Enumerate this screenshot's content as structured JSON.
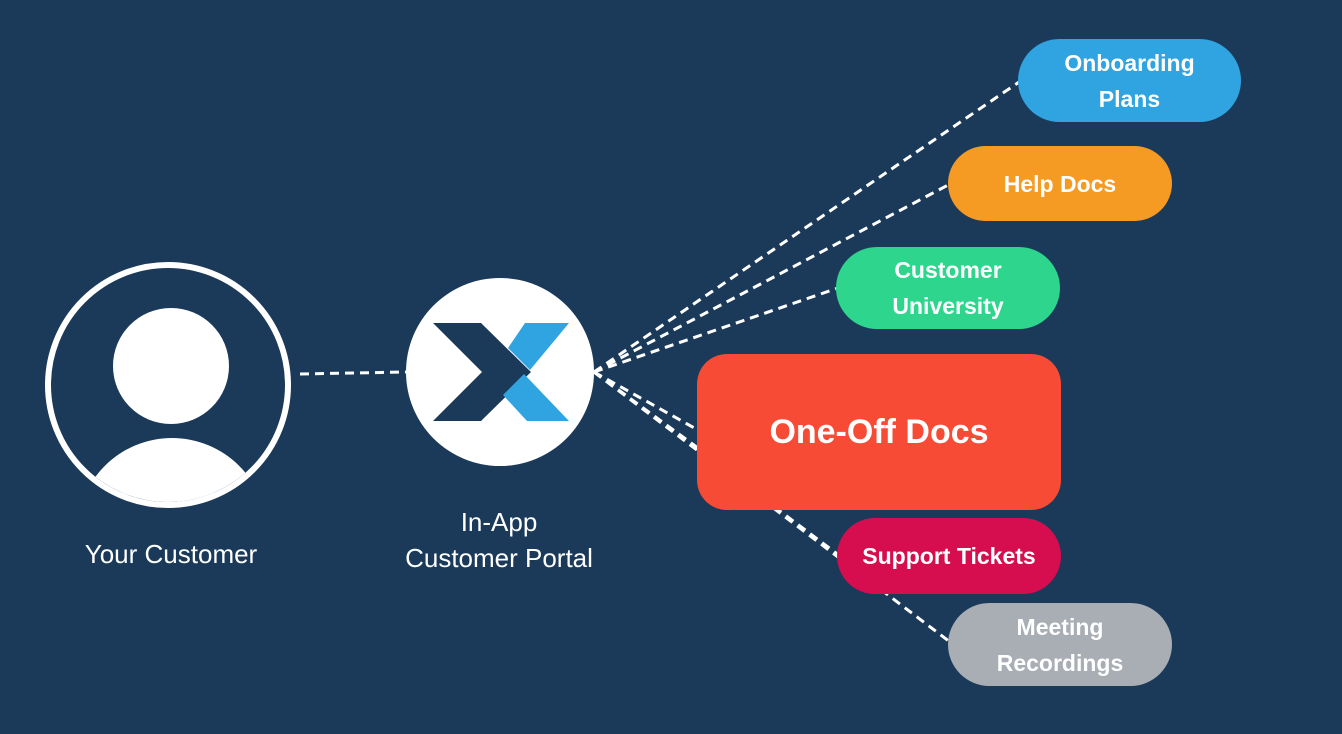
{
  "nodes": {
    "customer": {
      "label": "Your Customer"
    },
    "portal": {
      "label_line1": "In-App",
      "label_line2": "Customer Portal"
    }
  },
  "destinations": [
    {
      "id": "onboarding",
      "line1": "Onboarding",
      "line2": "Plans",
      "color": "#2fa4e0"
    },
    {
      "id": "help-docs",
      "line1": "Help Docs",
      "line2": "",
      "color": "#f59a23"
    },
    {
      "id": "customer-university",
      "line1": "Customer",
      "line2": "University",
      "color": "#2ed58d"
    },
    {
      "id": "one-off-docs",
      "line1": "One-Off Docs",
      "line2": "",
      "color": "#f74b35"
    },
    {
      "id": "support-tickets",
      "line1": "Support Tickets",
      "line2": "",
      "color": "#d60e4f"
    },
    {
      "id": "meeting-recordings",
      "line1": "Meeting",
      "line2": "Recordings",
      "color": "#a8aeb4"
    }
  ],
  "colors": {
    "background": "#1b3a5a",
    "logo_dark": "#1b3a5a",
    "logo_light": "#2fa4e0",
    "line": "#ffffff"
  }
}
